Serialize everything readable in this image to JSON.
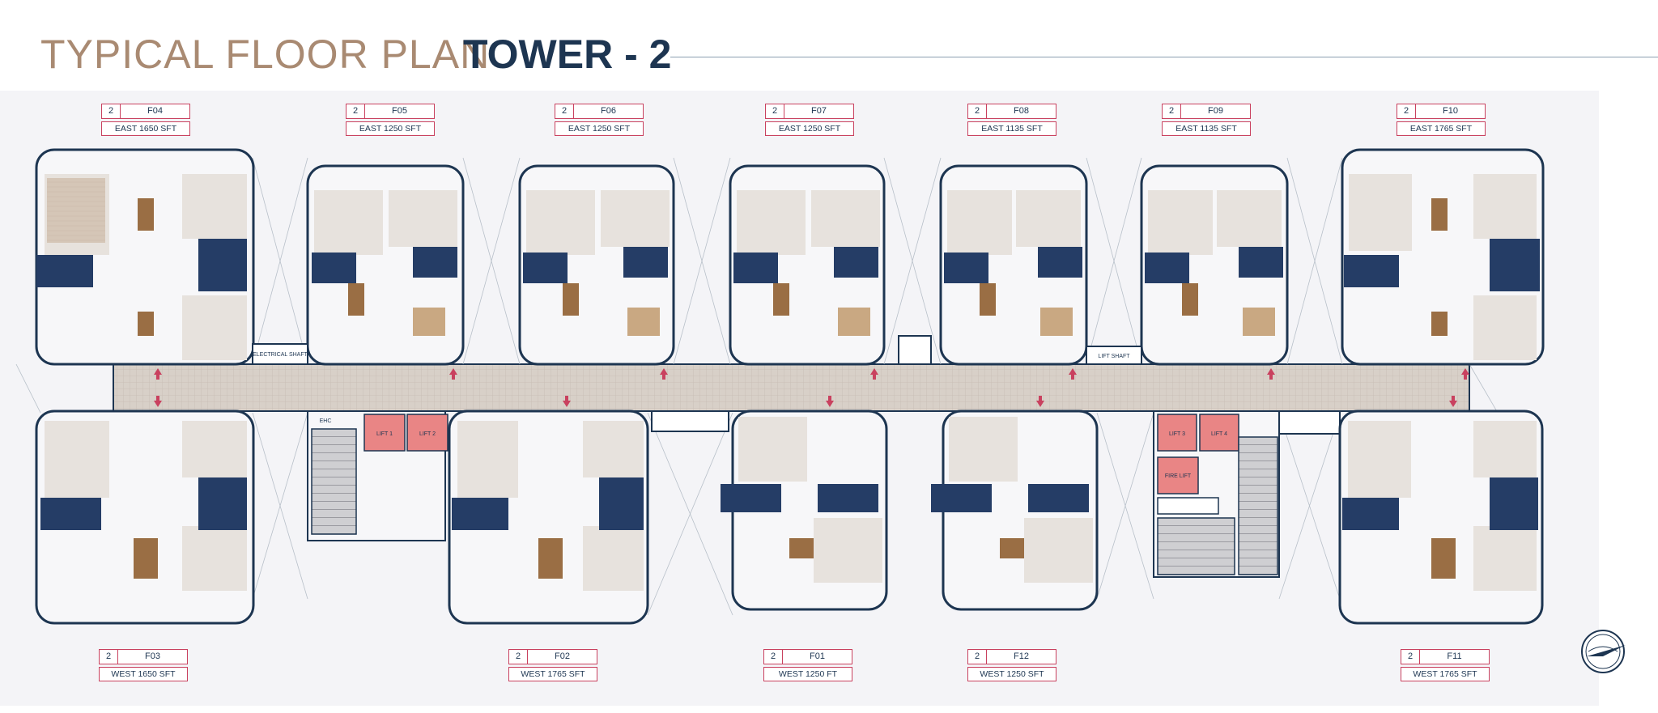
{
  "header": {
    "title_main": "TYPICAL FLOOR PLAN",
    "title_tower": "TOWER - 2"
  },
  "colors": {
    "accent_tan": "#a98a72",
    "navy": "#1d3551",
    "label_border": "#c9415f",
    "lift": "#e98585",
    "corridor": "#d9d2cb"
  },
  "units_top": [
    {
      "bhk": "2",
      "code": "F04",
      "facing": "EAST 1650 SFT"
    },
    {
      "bhk": "2",
      "code": "F05",
      "facing": "EAST 1250 SFT"
    },
    {
      "bhk": "2",
      "code": "F06",
      "facing": "EAST 1250 SFT"
    },
    {
      "bhk": "2",
      "code": "F07",
      "facing": "EAST 1250 SFT"
    },
    {
      "bhk": "2",
      "code": "F08",
      "facing": "EAST 1135 SFT"
    },
    {
      "bhk": "2",
      "code": "F09",
      "facing": "EAST 1135 SFT"
    },
    {
      "bhk": "2",
      "code": "F10",
      "facing": "EAST 1765 SFT"
    }
  ],
  "units_bottom": [
    {
      "bhk": "2",
      "code": "F03",
      "facing": "WEST 1650 SFT"
    },
    {
      "bhk": "2",
      "code": "F02",
      "facing": "WEST 1765 SFT"
    },
    {
      "bhk": "2",
      "code": "F01",
      "facing": "WEST 1250 FT"
    },
    {
      "bhk": "2",
      "code": "F12",
      "facing": "WEST 1250 SFT"
    },
    {
      "bhk": "2",
      "code": "F11",
      "facing": "WEST 1765 SFT"
    }
  ],
  "core": {
    "lift1": "LIFT 1",
    "lift2": "LIFT 2",
    "lift3": "LIFT 3",
    "lift4": "LIFT 4",
    "fire_lift": "FIRE LIFT",
    "electrical_shaft": "ELECTRICAL SHAFT",
    "lift_shaft": "LIFT SHAFT",
    "ehc": "EHC"
  },
  "compass": {
    "icon": "compass-icon"
  }
}
